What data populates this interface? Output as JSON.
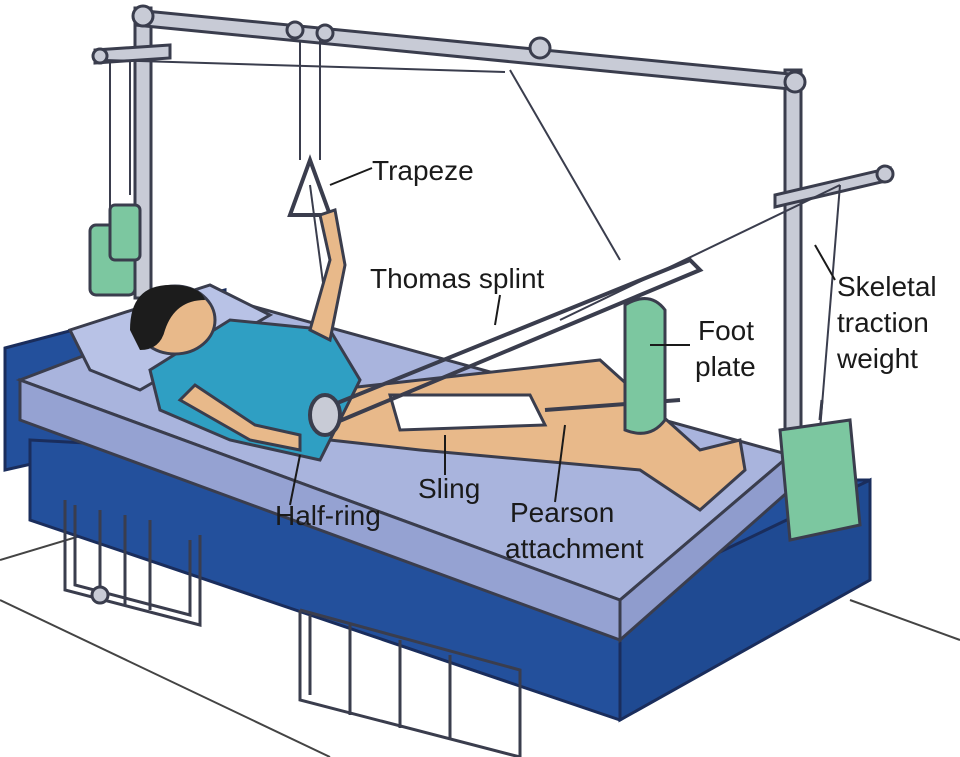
{
  "labels": {
    "trapeze": "Trapeze",
    "thomas_splint": "Thomas splint",
    "foot_plate": [
      "Foot",
      "plate"
    ],
    "skeletal_traction_weight": [
      "Skeletal",
      "traction",
      "weight"
    ],
    "sling": "Sling",
    "half_ring": "Half-ring",
    "pearson_attachment": [
      "Pearson",
      "attachment"
    ]
  },
  "colors": {
    "frame": "#c8cbd6",
    "frame_outline": "#3a3d4d",
    "mattress": "#a9b4dd",
    "bed_base": "#23509c",
    "weights": "#7cc7a0",
    "gown": "#2f9fc3",
    "skin": "#e8b98a",
    "hair": "#1c1c1c",
    "bandage": "#ffffff"
  }
}
